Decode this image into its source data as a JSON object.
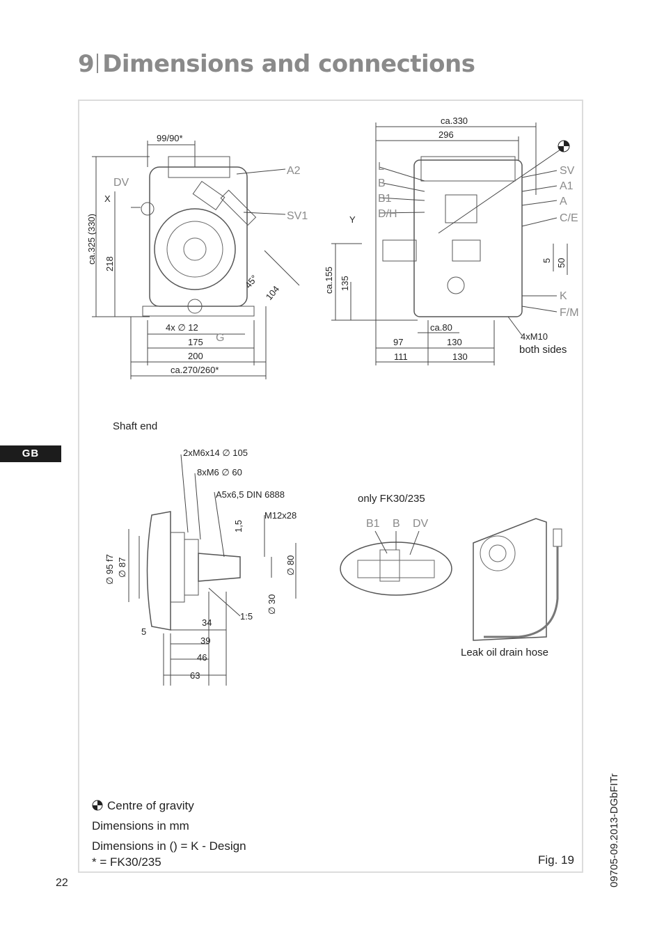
{
  "header": {
    "chapter_number": "9",
    "title": "Dimensions and connections"
  },
  "side_tab": {
    "label": "GB"
  },
  "page_number": "22",
  "document_code": "09705-09.2013-DGbFITr",
  "drawings": {
    "front_view": {
      "dims": [
        "99/90*",
        "ca.325 (330)",
        "218",
        "45°",
        "104",
        "4x ∅ 12",
        "175",
        "200",
        "ca.270/260*"
      ],
      "connections": [
        "DV",
        "X",
        "A2",
        "SV1",
        "G"
      ]
    },
    "side_view": {
      "dims": [
        "ca.330",
        "296",
        "ca.155",
        "135",
        "5",
        "50",
        "ca.80",
        "97",
        "130",
        "111",
        "130"
      ],
      "connections": [
        "L",
        "B",
        "B1",
        "D/H",
        "Y",
        "SV",
        "A1",
        "A",
        "C/E",
        "K",
        "F/M"
      ],
      "note_4xm10": "4xM10",
      "note_both_sides": "both sides"
    },
    "shaft_end": {
      "caption": "Shaft end",
      "dims": [
        "2xM6x14 ∅ 105",
        "8xM6 ∅ 60",
        "A5x6,5 DIN 6888",
        "M12x28",
        "1,5",
        "∅ 95 f7",
        "∅ 87",
        "∅ 80",
        "∅ 30",
        "1:5",
        "5",
        "34",
        "39",
        "46",
        "63"
      ]
    },
    "fk30_detail": {
      "caption": "only FK30/235",
      "connections": [
        "B1",
        "B",
        "DV"
      ]
    },
    "leak_hose": {
      "caption": "Leak oil drain hose"
    }
  },
  "legend": {
    "centre_of_gravity": "Centre of gravity",
    "dimensions_mm": "Dimensions in mm",
    "dimensions_k": "Dimensions in () = K - Design",
    "fk30_note": "* = FK30/235"
  },
  "figure_label": "Fig. 19"
}
